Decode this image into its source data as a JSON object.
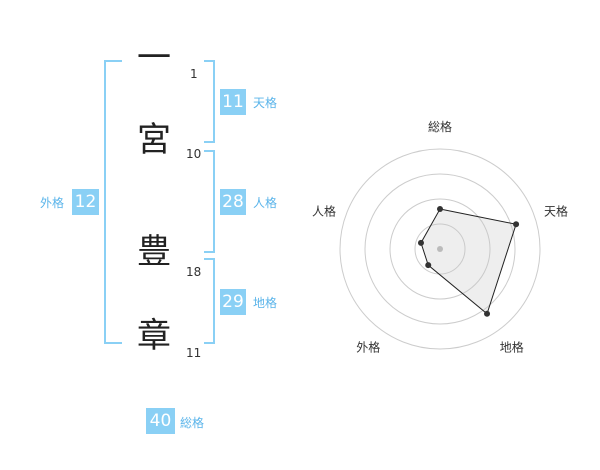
{
  "colors": {
    "accent": "#8ad0f5",
    "accent_text": "#5ab4ea"
  },
  "name": {
    "characters": [
      {
        "char": "一",
        "strokes": "1"
      },
      {
        "char": "宮",
        "strokes": "10"
      },
      {
        "char": "豊",
        "strokes": "18"
      },
      {
        "char": "章",
        "strokes": "11"
      }
    ]
  },
  "fortune": {
    "tenkaku": {
      "value": "11",
      "label": "天格"
    },
    "jinkaku": {
      "value": "28",
      "label": "人格"
    },
    "chikaku": {
      "value": "29",
      "label": "地格"
    },
    "gaikaku": {
      "value": "12",
      "label": "外格"
    },
    "soukaku": {
      "value": "40",
      "label": "総格"
    }
  },
  "chart_data": {
    "type": "radar",
    "axes": [
      "総格",
      "天格",
      "地格",
      "外格",
      "人格"
    ],
    "rings": 4,
    "values": [
      2,
      4,
      4,
      1,
      1
    ],
    "max": 5
  }
}
